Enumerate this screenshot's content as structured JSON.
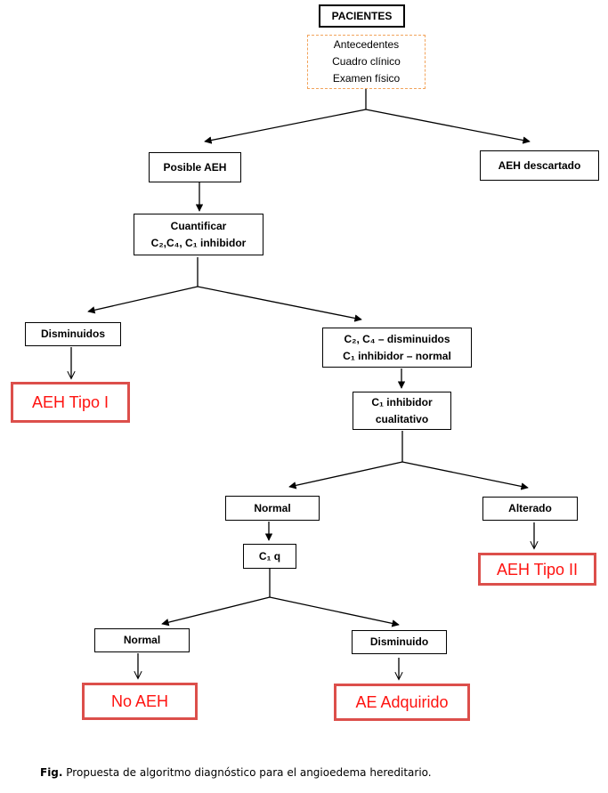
{
  "nodes": {
    "pacientes": "PACIENTES",
    "antecedentes": "Antecedentes",
    "cuadro_clinico": "Cuadro clínico",
    "examen_fisico": "Examen físico",
    "posible_aeh": "Posible AEH",
    "aeh_descartado": "AEH descartado",
    "cuantificar_l1": "Cuantificar",
    "cuantificar_l2": "C₂,C₄, C₁ inhibidor",
    "disminuidos": "Disminuidos",
    "c2c4_l1": "C₂, C₄ – disminuidos",
    "c2c4_l2": "C₁ inhibidor – normal",
    "aeh_tipo_1": "AEH Tipo I",
    "c1_cualitativo_l1": "C₁ inhibidor",
    "c1_cualitativo_l2": "cualitativo",
    "normal_sup": "Normal",
    "alterado": "Alterado",
    "aeh_tipo_2": "AEH Tipo II",
    "c1q": "C₁ q",
    "normal_inf": "Normal",
    "disminuido": "Disminuido",
    "no_aeh": "No AEH",
    "ae_adquirido": "AE Adquirido"
  },
  "figure": {
    "caption_prefix": "Fig.",
    "caption_text": " Propuesta de algoritmo diagnóstico para el angioedema hereditario."
  },
  "colors": {
    "outcome_border": "#dc4f4b",
    "outcome_text": "#fe1310",
    "screening_border": "#f2a45c",
    "line": "#000000"
  }
}
